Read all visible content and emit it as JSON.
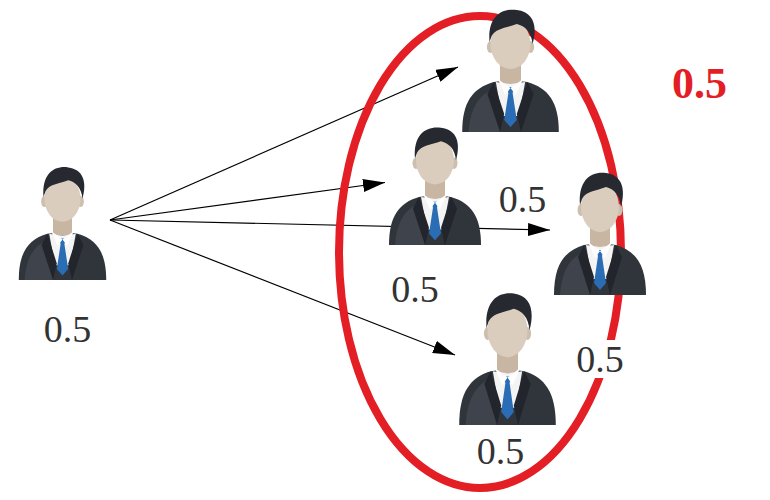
{
  "diagram": {
    "nodes": [
      {
        "text": [
          "0.5"
        ]
      },
      {
        "text": [
          "0.5"
        ]
      },
      {
        "text": [
          "0.5"
        ],
        "in": 1
      },
      {
        "text": [
          "0.5"
        ],
        "in": 1
      },
      {
        "text": [
          "0.5"
        ],
        "in": 1
      },
      {
        "text": [
          "0.5"
        ],
        "in": 1
      }
    ],
    "edges": [
      {
        "from": 0,
        "to": 2,
        "arrow": "to"
      },
      {
        "from": 0,
        "to": 3,
        "arrow": "to"
      },
      {
        "from": 0,
        "to": 4,
        "arrow": "to"
      },
      {
        "from": 0,
        "to": 5,
        "arrow": "to"
      }
    ]
  }
}
